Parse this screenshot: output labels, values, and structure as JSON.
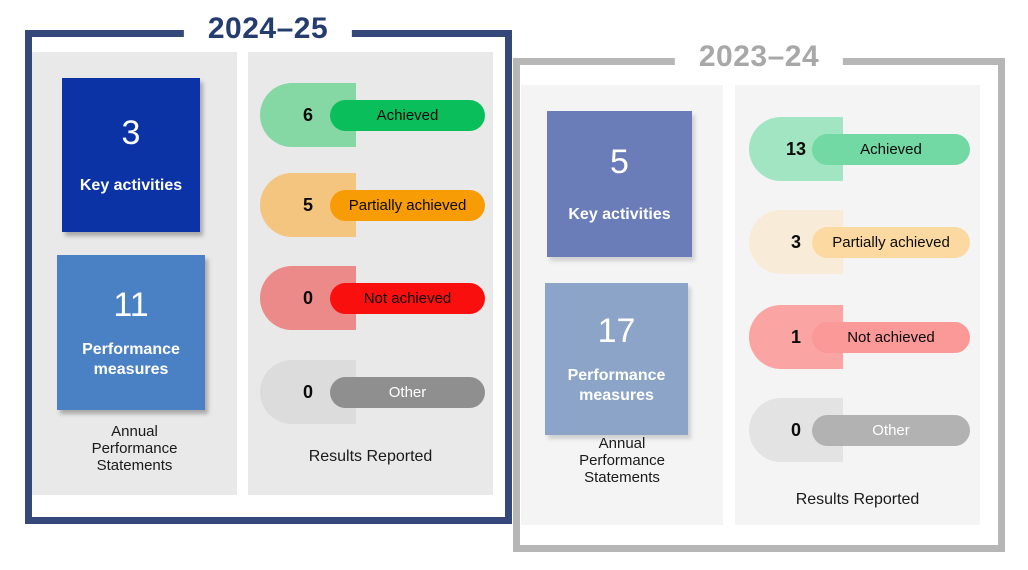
{
  "years": [
    {
      "title": "2024–25",
      "title_color": "#253d6e",
      "frame_color": "#35487a",
      "panel_bg": "#e9e9e9",
      "statements": {
        "caption": "Annual Performance Statements",
        "boxes": [
          {
            "value": "3",
            "label": "Key activities",
            "bg": "#0c33a5",
            "text": "#ffffff"
          },
          {
            "value": "11",
            "label": "Performance measures",
            "bg": "#4a80c4",
            "text": "#ffffff"
          }
        ]
      },
      "results": {
        "caption": "Results Reported",
        "rows": [
          {
            "value": "6",
            "label": "Achieved",
            "capsule_bg": "#85d8a4",
            "pill_bg": "#0abf5b",
            "pill_text": "#0b0b0b"
          },
          {
            "value": "5",
            "label": "Partially achieved",
            "capsule_bg": "#f4c57f",
            "pill_bg": "#f89c05",
            "pill_text": "#0b0b0b"
          },
          {
            "value": "0",
            "label": "Not achieved",
            "capsule_bg": "#ec8989",
            "pill_bg": "#fa0f0f",
            "pill_text": "#0b0b0b"
          },
          {
            "value": "0",
            "label": "Other",
            "capsule_bg": "#dcdcdc",
            "pill_bg": "#8f8f8f",
            "pill_text": "#ffffff"
          }
        ]
      }
    },
    {
      "title": "2023–24",
      "title_color": "#a8a8a8",
      "frame_color": "#b6b6b6",
      "panel_bg": "#f4f4f4",
      "statements": {
        "caption": "Annual Performance Statements",
        "boxes": [
          {
            "value": "5",
            "label": "Key activities",
            "bg": "#6b7db9",
            "text": "#ffffff"
          },
          {
            "value": "17",
            "label": "Performance measures",
            "bg": "#8ba4c8",
            "text": "#ffffff"
          }
        ]
      },
      "results": {
        "caption": "Results Reported",
        "rows": [
          {
            "value": "13",
            "label": "Achieved",
            "capsule_bg": "#a2e5c3",
            "pill_bg": "#72d8a4",
            "pill_text": "#0b0b0b"
          },
          {
            "value": "3",
            "label": "Partially achieved",
            "capsule_bg": "#f8ecd8",
            "pill_bg": "#fcd9a1",
            "pill_text": "#0b0b0b"
          },
          {
            "value": "1",
            "label": "Not achieved",
            "capsule_bg": "#fba4a4",
            "pill_bg": "#fb9898",
            "pill_text": "#0b0b0b"
          },
          {
            "value": "0",
            "label": "Other",
            "capsule_bg": "#e3e3e3",
            "pill_bg": "#b2b2b2",
            "pill_text": "#ffffff"
          }
        ]
      }
    }
  ],
  "chart_data": [
    {
      "type": "table",
      "title": "2024–25",
      "annual_performance_statements": {
        "key_activities": 3,
        "performance_measures": 11
      },
      "results_reported": {
        "Achieved": 6,
        "Partially achieved": 5,
        "Not achieved": 0,
        "Other": 0
      }
    },
    {
      "type": "table",
      "title": "2023–24",
      "annual_performance_statements": {
        "key_activities": 5,
        "performance_measures": 17
      },
      "results_reported": {
        "Achieved": 13,
        "Partially achieved": 3,
        "Not achieved": 1,
        "Other": 0
      }
    }
  ]
}
